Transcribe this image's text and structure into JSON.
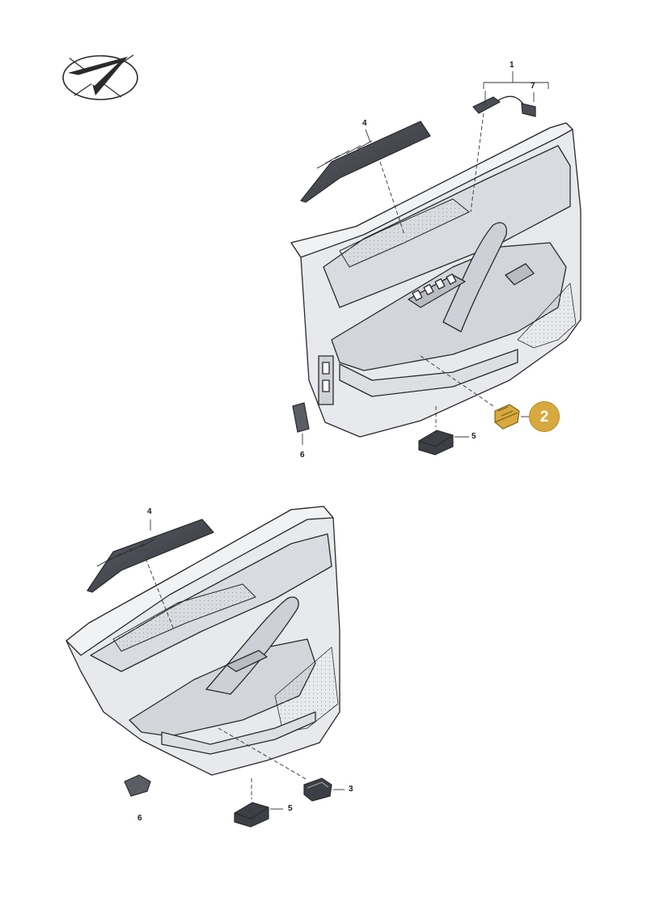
{
  "diagram": {
    "highlight_part": "2",
    "highlight_color": "#d7a93f",
    "part_fill": "#e6e7ea",
    "stroke_color": "#2a2a2a",
    "icon": "direction-arrow-icon"
  },
  "front_door": {
    "callouts": [
      {
        "id": "f-1",
        "label": "1"
      },
      {
        "id": "f-7",
        "label": "7"
      },
      {
        "id": "f-4",
        "label": "4"
      },
      {
        "id": "f-6",
        "label": "6"
      },
      {
        "id": "f-5",
        "label": "5"
      },
      {
        "id": "f-2",
        "label": "2"
      }
    ]
  },
  "rear_door": {
    "callouts": [
      {
        "id": "r-4",
        "label": "4"
      },
      {
        "id": "r-3",
        "label": "3"
      },
      {
        "id": "r-5",
        "label": "5"
      },
      {
        "id": "r-6",
        "label": "6"
      }
    ]
  }
}
